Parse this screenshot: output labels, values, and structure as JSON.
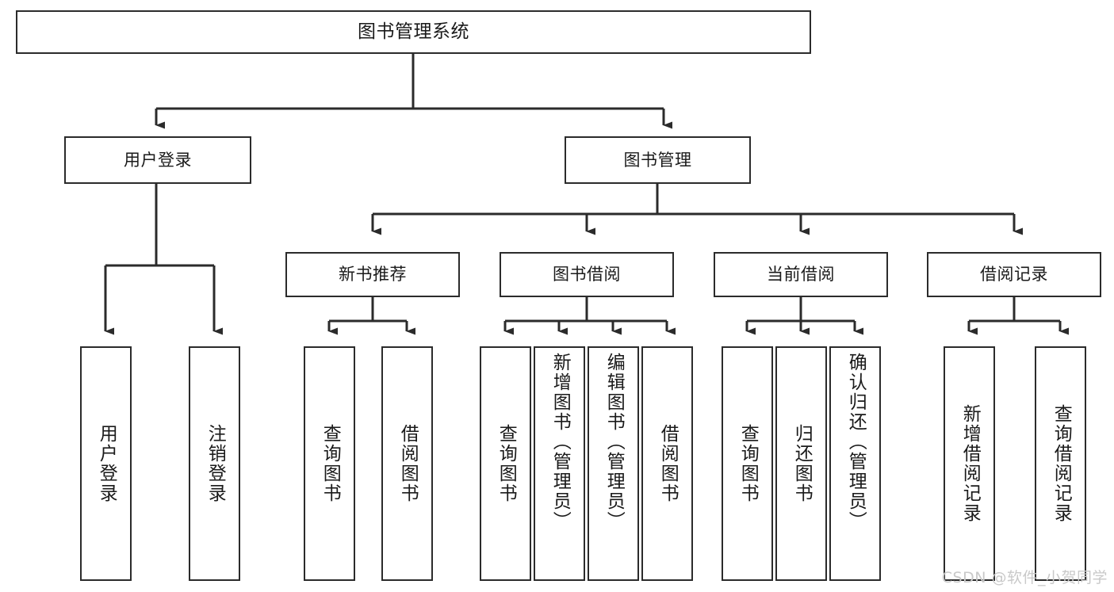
{
  "diagram": {
    "title": "图书管理系统",
    "type": "tree-hierarchy",
    "watermark": "CSDN @软件_小贺同学",
    "colors": {
      "background": "#ffffff",
      "box_border": "#2b2b2b",
      "box_fill": "#ffffff",
      "connector": "#2b2b2b",
      "text": "#1a1a1a",
      "watermark": "#c9c9c9"
    },
    "nodes": {
      "root": {
        "label": "图书管理系统"
      },
      "level1": [
        {
          "label": "用户登录"
        },
        {
          "label": "图书管理"
        }
      ],
      "level2": [
        {
          "label": "新书推荐"
        },
        {
          "label": "图书借阅"
        },
        {
          "label": "当前借阅"
        },
        {
          "label": "借阅记录"
        }
      ],
      "leaves": {
        "user_login": [
          {
            "label": "用户登录"
          },
          {
            "label": "注销登录"
          }
        ],
        "new_book_recommend": [
          {
            "label": "查询图书"
          },
          {
            "label": "借阅图书"
          }
        ],
        "book_borrow": [
          {
            "label": "查询图书"
          },
          {
            "label": "新增图书（管理员）"
          },
          {
            "label": "编辑图书（管理员）"
          },
          {
            "label": "借阅图书"
          }
        ],
        "current_borrow": [
          {
            "label": "查询图书"
          },
          {
            "label": "归还图书"
          },
          {
            "label": "确认归还（管理员）"
          }
        ],
        "borrow_record": [
          {
            "label": "新增借阅记录"
          },
          {
            "label": "查询借阅记录"
          }
        ]
      }
    }
  }
}
